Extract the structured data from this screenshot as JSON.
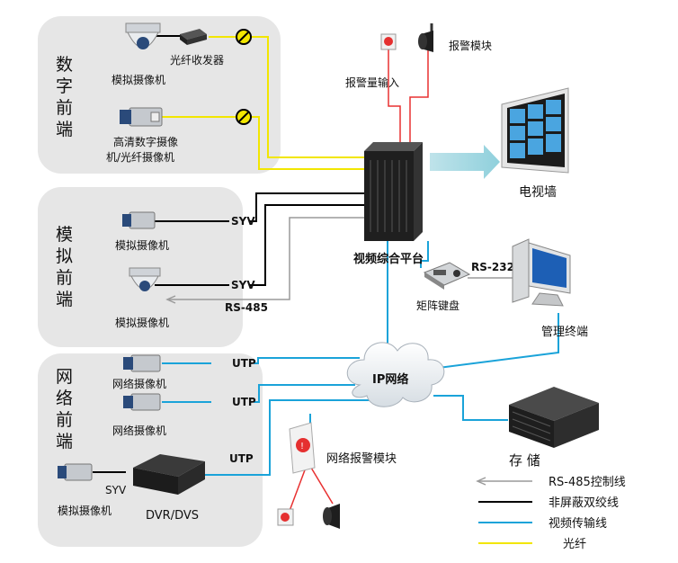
{
  "zones": {
    "digital": "数字前端",
    "analog": "模拟前端",
    "network": "网络前端"
  },
  "devices": {
    "analog_cam_1": "模拟摄像机",
    "fiber_transceiver": "光纤收发器",
    "hd_cam_line1": "高清数字摄像",
    "hd_cam_line2": "机/光纤摄像机",
    "analog_cam_2": "模拟摄像机",
    "analog_cam_3": "模拟摄像机",
    "net_cam_1": "网络摄像机",
    "net_cam_2": "网络摄像机",
    "analog_cam_4": "模拟摄像机",
    "dvr": "DVR/DVS",
    "alarm_input": "报警量输入",
    "alarm_module": "报警模块",
    "platform": "视频综合平台",
    "video_wall": "电视墙",
    "keyboard": "矩阵键盘",
    "mgmt_terminal": "管理终端",
    "ip_network": "IP网络",
    "storage": "存 储",
    "net_alarm_module": "网络报警模块"
  },
  "line_labels": {
    "syv1": "SYV",
    "syv2": "SYV",
    "rs485": "RS-485",
    "rs232": "RS-232",
    "utp1": "UTP",
    "utp2": "UTP",
    "utp3": "UTP",
    "syv3": "SYV"
  },
  "legend": [
    {
      "label": "RS-485控制线",
      "color": "#9a9a9a"
    },
    {
      "label": "非屏蔽双绞线",
      "color": "#000000"
    },
    {
      "label": "视频传输线",
      "color": "#1aa3d9"
    },
    {
      "label": "光纤",
      "color": "#f2e600"
    }
  ],
  "colors": {
    "fiber": "#f2e600",
    "twisted_pair": "#000000",
    "video": "#1aa3d9",
    "rs485": "#9a9a9a",
    "alarm": "#e83030",
    "zone_bg": "#e6e6e6"
  }
}
